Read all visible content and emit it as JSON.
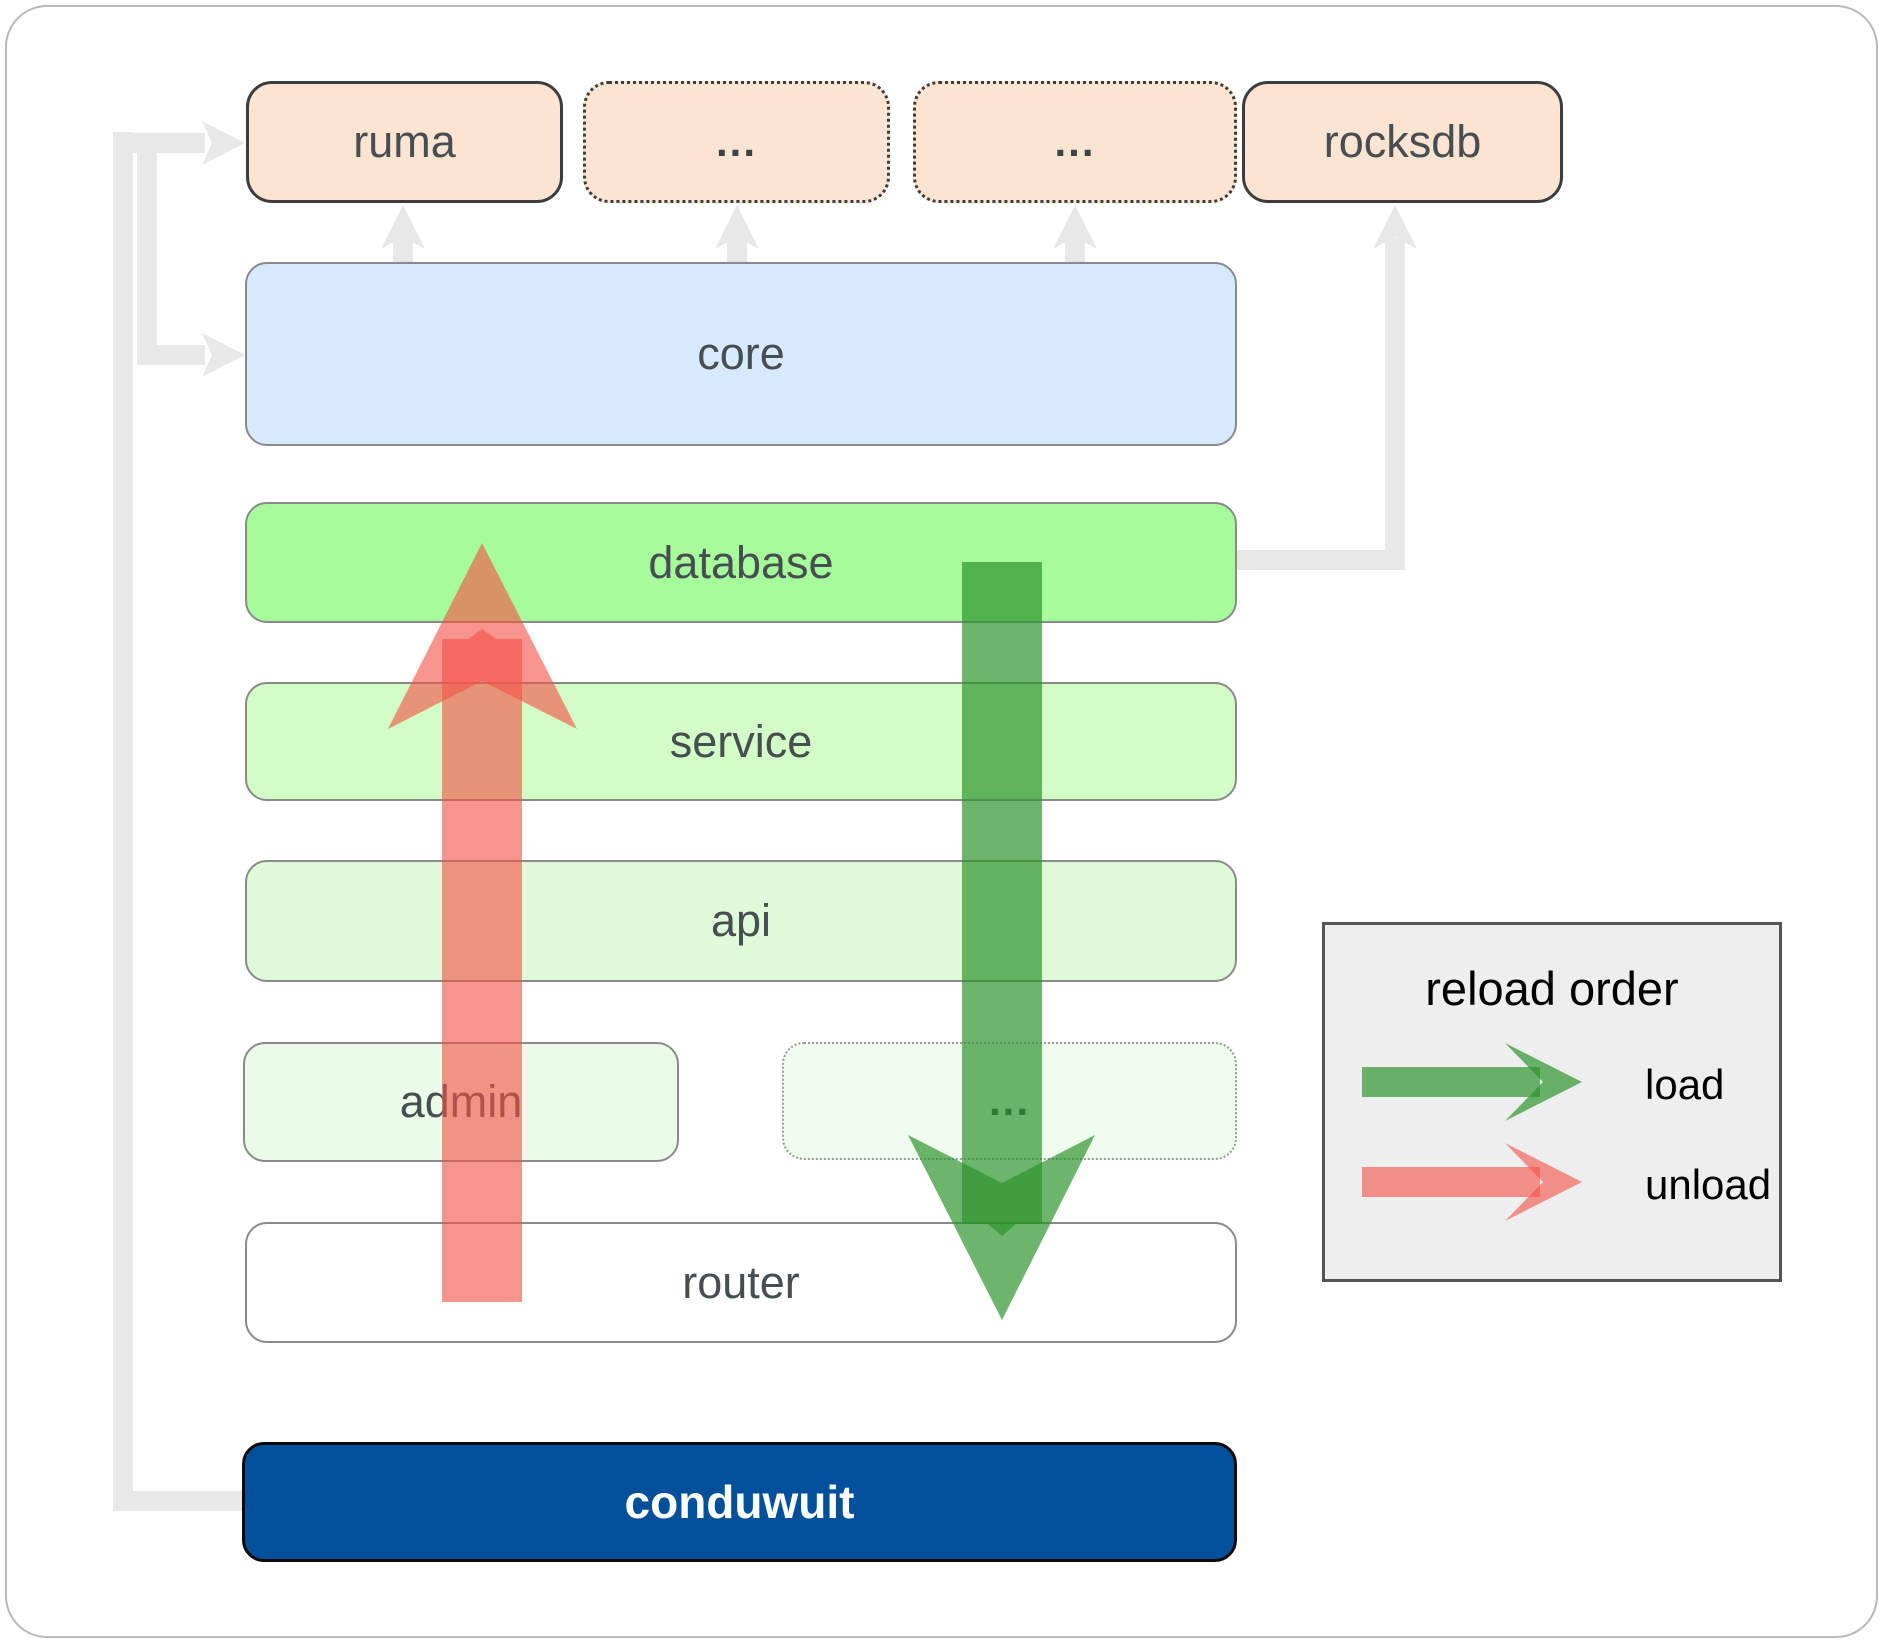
{
  "boxes": {
    "ruma": {
      "label": "ruma"
    },
    "dep1": {
      "label": "..."
    },
    "dep2": {
      "label": "..."
    },
    "rocksdb": {
      "label": "rocksdb"
    },
    "core": {
      "label": "core"
    },
    "database": {
      "label": "database"
    },
    "service": {
      "label": "service"
    },
    "api": {
      "label": "api"
    },
    "admin": {
      "label": "admin"
    },
    "more": {
      "label": "..."
    },
    "router": {
      "label": "router"
    },
    "conduwuit": {
      "label": "conduwuit"
    }
  },
  "legend": {
    "title": "reload order",
    "load_label": "load",
    "unload_label": "unload"
  },
  "colors": {
    "load_arrow": "#2b922b",
    "unload_arrow": "#f35249",
    "connector_gray": "#e8e8e8",
    "dependency_box_fill": "#fce4d2",
    "core_fill": "#d7e9fc",
    "database_fill": "#a6fc9a",
    "service_fill": "#d2fdc6",
    "api_fill": "#dffad8",
    "admin_fill": "#eafce7",
    "conduwuit_fill": "#02509c",
    "legend_bg": "#eeeeee"
  }
}
